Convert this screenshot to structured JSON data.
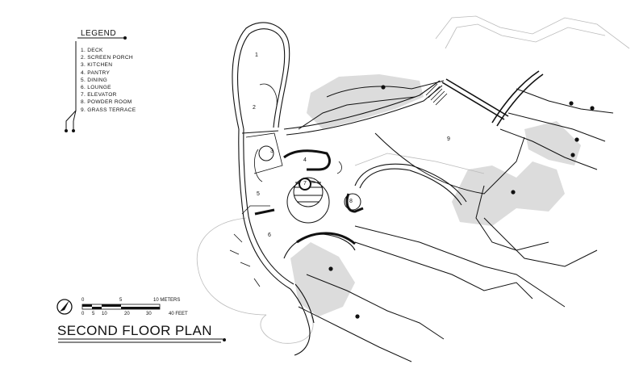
{
  "legend": {
    "title": "LEGEND",
    "items": [
      "1. DECK",
      "2. SCREEN PORCH",
      "3. KITCHEN",
      "4. PANTRY",
      "5. DINING",
      "6. LOUNGE",
      "7. ELEVATOR",
      "8. POWDER ROOM",
      "9. GRASS TERRACE"
    ]
  },
  "plan_title": "SECOND FLOOR PLAN",
  "scale": {
    "meters_ticks": [
      "0",
      "5",
      "10 METERS"
    ],
    "feet_ticks": [
      "0",
      "5",
      "10",
      "20",
      "30",
      "40 FEET"
    ]
  },
  "rooms": [
    "1",
    "2",
    "3",
    "4",
    "5",
    "6",
    "7",
    "8",
    "9"
  ],
  "colors": {
    "ink": "#111111",
    "tree": "#dcdcdc",
    "contour": "#bbbbbb"
  }
}
